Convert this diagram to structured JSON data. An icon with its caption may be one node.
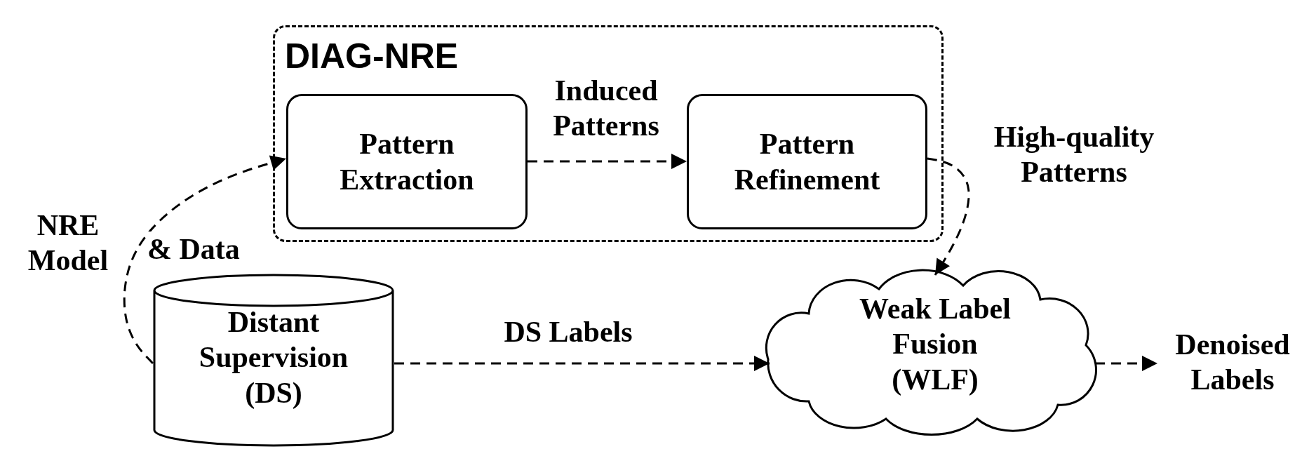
{
  "diagram": {
    "nodes": [
      {
        "text": [
          "DIAG-NRE"
        ]
      },
      {
        "text": [
          "Pattern Extraction"
        ],
        "in": 0
      },
      {
        "text": [
          "Pattern Refinement"
        ],
        "in": 0
      },
      {
        "text": [
          "Distant Supervision (DS)"
        ]
      },
      {
        "text": [
          "Weak Label Fusion (WLF)"
        ]
      },
      {
        "text": [
          "Denoised Labels"
        ]
      }
    ],
    "edges": [
      {
        "from": 3,
        "to": 1,
        "arrow": "to",
        "style": "dashed",
        "label": "NRE Model"
      },
      {
        "from": 1,
        "to": 2,
        "arrow": "to",
        "style": "dashed",
        "label": "Induced Patterns"
      },
      {
        "from": 2,
        "to": 4,
        "arrow": "to",
        "style": "dashed",
        "label": "High-quality Patterns"
      },
      {
        "from": 3,
        "to": 4,
        "arrow": "to",
        "style": "dashed",
        "label": "DS Labels"
      },
      {
        "from": 4,
        "to": 5,
        "arrow": "to",
        "style": "dashed"
      }
    ],
    "labels": [
      "& Data"
    ]
  }
}
